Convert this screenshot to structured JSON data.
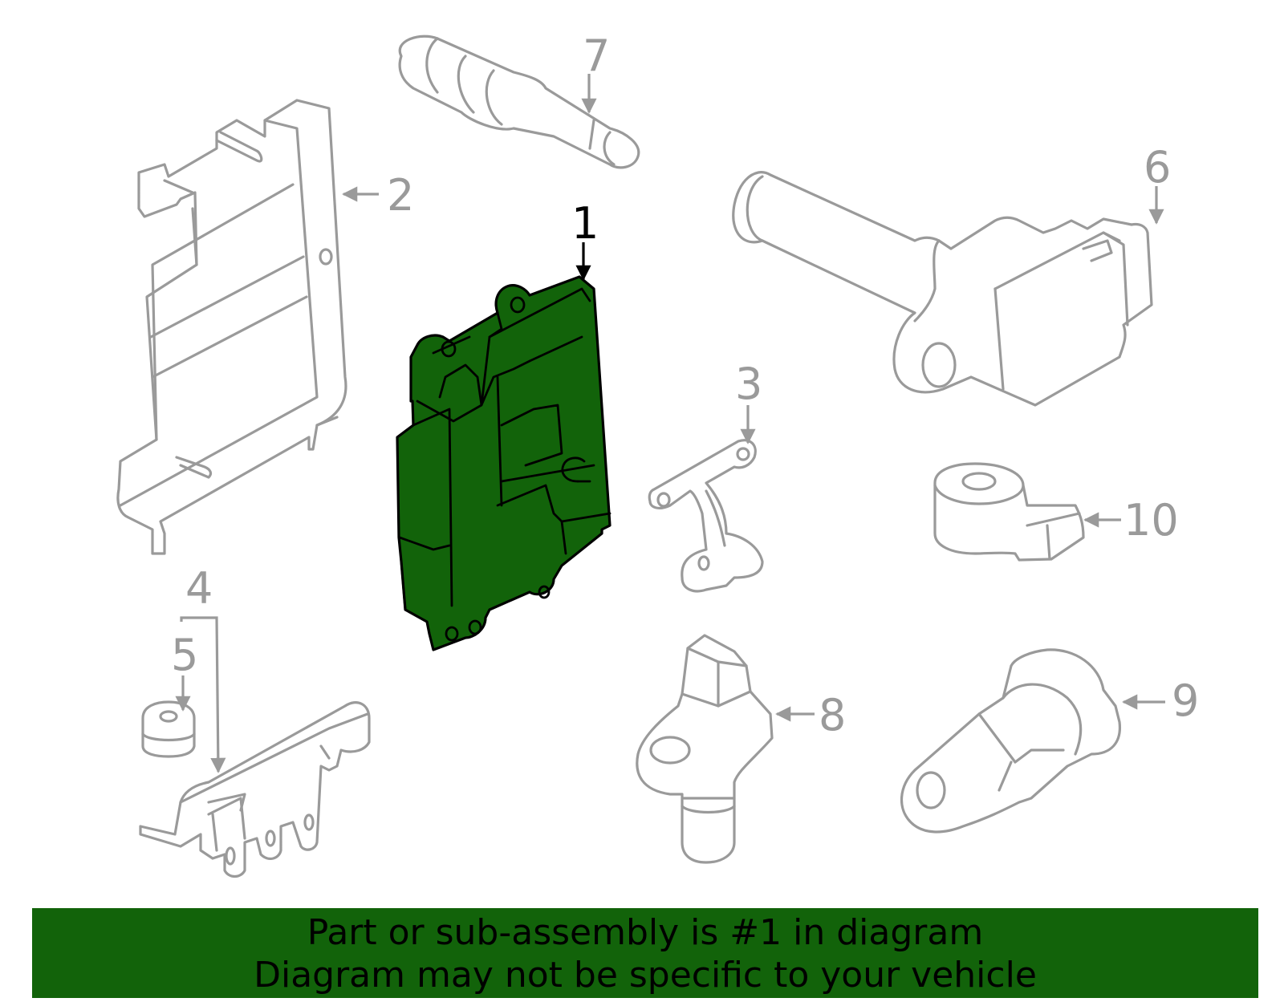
{
  "diagram": {
    "callouts": [
      "1",
      "2",
      "3",
      "4",
      "5",
      "6",
      "7",
      "8",
      "9",
      "10"
    ],
    "highlighted_part": "1",
    "colors": {
      "highlight": "#12630a",
      "parts": "#9a9a9a",
      "outline_highlight": "#000000"
    }
  },
  "banner": {
    "line1": "Part or sub-assembly is #1 in diagram",
    "line2": "Diagram may not be specific to your vehicle"
  }
}
